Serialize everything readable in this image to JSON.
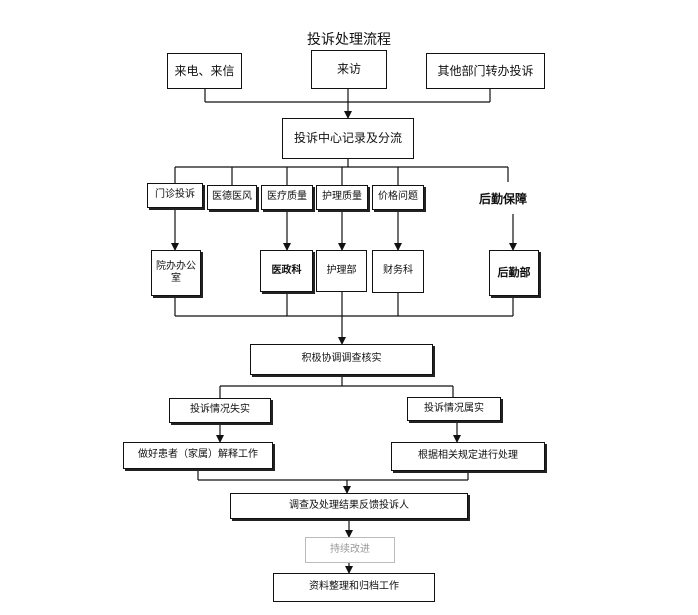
{
  "title": "投诉处理流程",
  "sources": [
    "来电、来信",
    "来访",
    "其他部门转办投诉"
  ],
  "center": "投诉中心记录及分流",
  "categories": [
    "门诊投诉",
    "医德医风",
    "医疗质量",
    "护理质量",
    "价格问题",
    "后勤保障"
  ],
  "departments": [
    "院办办公室",
    "医政科",
    "护理部",
    "财务科",
    "后勤部"
  ],
  "investigate": "积极协调调查核实",
  "outcomes": [
    "投诉情况失实",
    "投诉情况属实"
  ],
  "actions": [
    "做好患者（家属）解释工作",
    "根据相关规定进行处理"
  ],
  "feedback": "调查及处理结果反馈投诉人",
  "improve": "持续改进",
  "archive": "资料整理和归档工作"
}
